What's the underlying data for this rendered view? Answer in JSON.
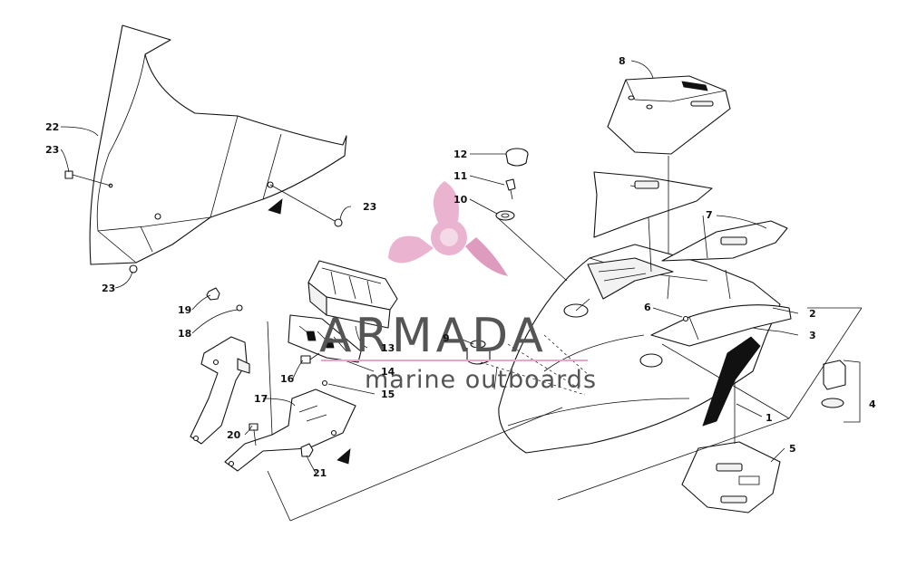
{
  "callouts": {
    "c1": "1",
    "c2": "2",
    "c3": "3",
    "c4": "4",
    "c5": "5",
    "c6": "6",
    "c7": "7",
    "c8": "8",
    "c9": "9",
    "c10": "10",
    "c11": "11",
    "c12": "12",
    "c13": "13",
    "c14": "14",
    "c15": "15",
    "c16": "16",
    "c17": "17",
    "c18": "18",
    "c19": "19",
    "c20": "20",
    "c21": "21",
    "c22": "22",
    "c23a": "23",
    "c23b": "23",
    "c23c": "23"
  },
  "watermark": {
    "brand": "ARMADA",
    "tagline": "marine outboards"
  },
  "colors": {
    "line": "#111111",
    "watermark_text": "#555555",
    "logo_pink": "#e7a6c7",
    "logo_pink_dark": "#d98ab3"
  }
}
